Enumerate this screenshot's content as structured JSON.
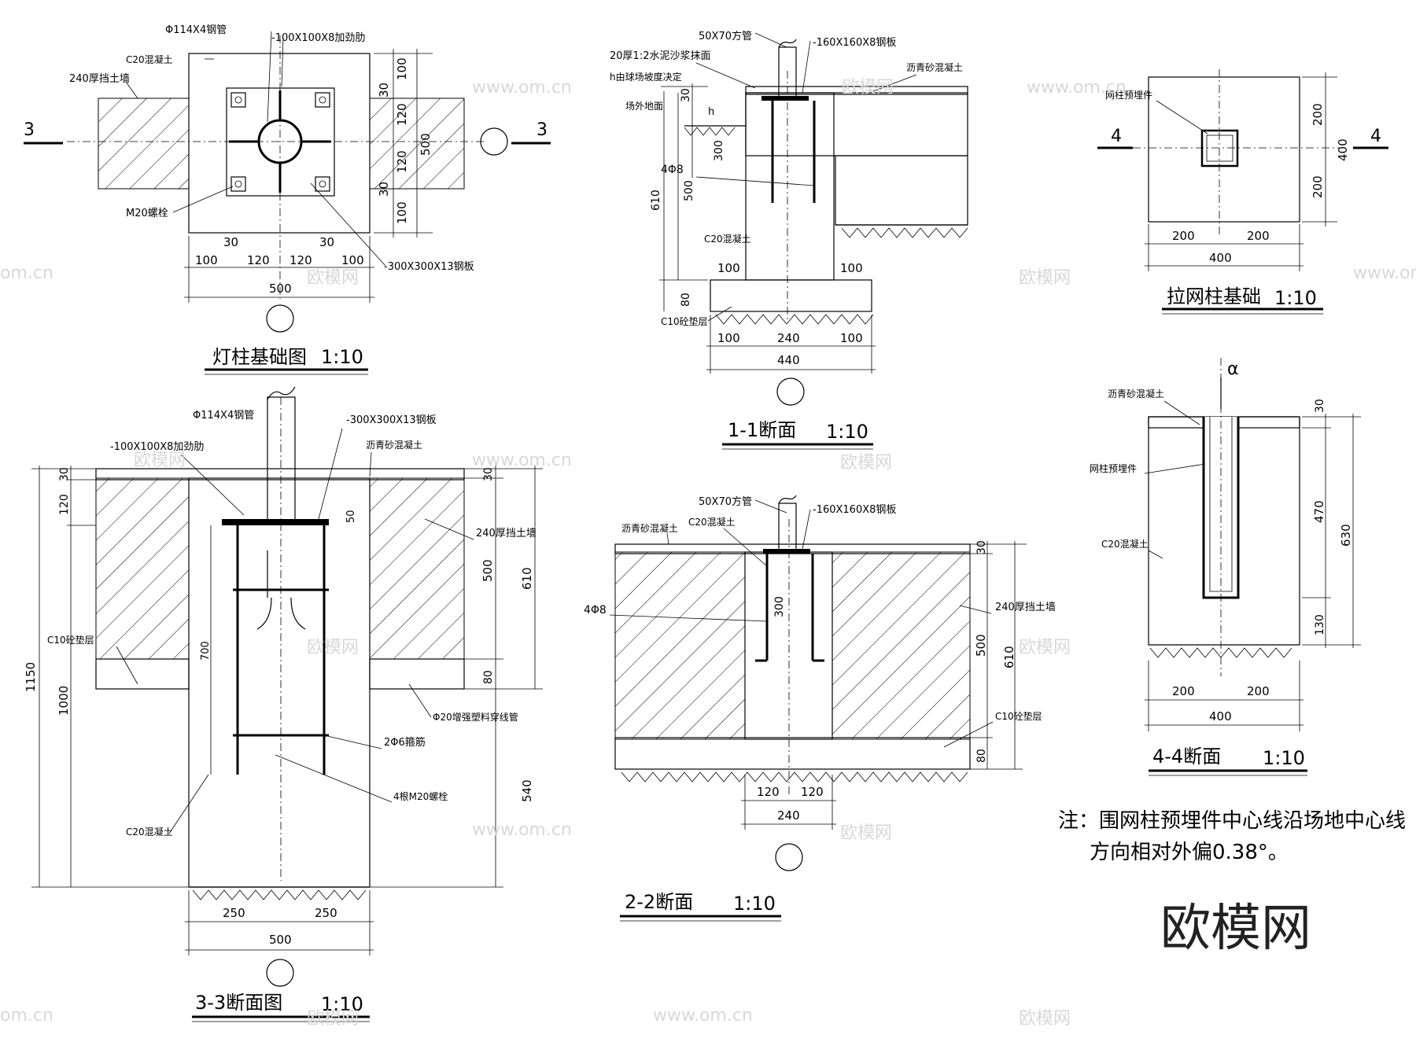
{
  "drawings": {
    "lamp": {
      "title": "灯柱基础图",
      "scale": "1:10",
      "section_mark": "3",
      "labels": {
        "pipe": "Φ114X4钢管",
        "rib": "-100X100X8加劲肋",
        "concrete": "C20混凝土",
        "wall": "240厚挡土墙",
        "bolt": "M20螺栓",
        "plate": "-300X300X13钢板"
      },
      "dims_right": [
        "100",
        "30",
        "120",
        "120",
        "30",
        "100"
      ],
      "dim_right_total": "500",
      "dims_bottom": [
        "100",
        "30",
        "120",
        "120",
        "30",
        "100"
      ],
      "dim_bottom_total": "500"
    },
    "s11": {
      "title": "1-1断面",
      "scale": "1:10",
      "labels": {
        "tube": "50X70方管",
        "plate": "-160X160X8钢板",
        "mortar": "20厚1:2水泥沙浆抹面",
        "slope": "h由球场坡度决定",
        "outside": "场外地面",
        "asphalt": "沥青砂混凝土",
        "rebar": "4Φ8",
        "concrete": "C20混凝土",
        "cushion": "C10砼垫层",
        "h": "h"
      },
      "dims_left": [
        "30",
        "300",
        "500",
        "610",
        "80"
      ],
      "dims_mid": [
        "100",
        "100"
      ],
      "dims_bottom": [
        "100",
        "240",
        "100"
      ],
      "dim_bottom_total": "440"
    },
    "fence": {
      "title": "拉网柱基础",
      "scale": "1:10",
      "section_mark": "4",
      "labels": {
        "embed": "网柱预埋件"
      },
      "dims_right": [
        "200",
        "200"
      ],
      "dim_right_total": "400",
      "dims_bottom": [
        "200",
        "200"
      ],
      "dim_bottom_total": "400"
    },
    "s33": {
      "title": "3-3断面图",
      "scale": "1:10",
      "labels": {
        "pipe": "Φ114X4钢管",
        "rib": "-100X100X8加劲肋",
        "plate": "-300X300X13钢板",
        "asphalt": "沥青砂混凝土",
        "wall": "240厚挡土墙",
        "cushion": "C10砼垫层",
        "conduit": "Φ20增强塑料穿线管",
        "stirrup": "2Φ6箍筋",
        "bolts": "4根M20螺栓",
        "concrete": "C20混凝土",
        "dim700": "700",
        "dim50": "50"
      },
      "dims_left_outer": "1150",
      "dims_left_inner": [
        "30",
        "120",
        "1000"
      ],
      "dims_right_inner": [
        "30",
        "500",
        "80",
        "540"
      ],
      "dim_right_outer": "610",
      "dims_bottom": [
        "250",
        "250"
      ],
      "dim_bottom_total": "500"
    },
    "s22": {
      "title": "2-2断面",
      "scale": "1:10",
      "labels": {
        "tube": "50X70方管",
        "plate": "-160X160X8钢板",
        "asphalt": "沥青砂混凝土",
        "concrete": "C20混凝土",
        "rebar": "4Φ8",
        "wall": "240厚挡土墙",
        "cushion": "C10砼垫层"
      },
      "dims_right_inner": [
        "30",
        "500",
        "80"
      ],
      "dim_right_outer": "610",
      "dim300": "300",
      "dims_bottom": [
        "120",
        "120"
      ],
      "dim_bottom_total": "240"
    },
    "s44": {
      "title": "4-4断面",
      "scale": "1:10",
      "labels": {
        "alpha": "α",
        "asphalt": "沥青砂混凝土",
        "embed": "网柱预埋件",
        "concrete": "C20混凝土"
      },
      "dims_right_inner": [
        "30",
        "470",
        "130"
      ],
      "dim_right_outer": "630",
      "dims_bottom": [
        "200",
        "200"
      ],
      "dim_bottom_total": "400"
    }
  },
  "note": {
    "line1": "注：围网柱预埋件中心线沿场地中心线",
    "line2": "方向相对外偏0.38°。"
  },
  "watermarks": {
    "brand": "欧模网",
    "site": "www.om.cn",
    "fragment": "om.cn"
  }
}
